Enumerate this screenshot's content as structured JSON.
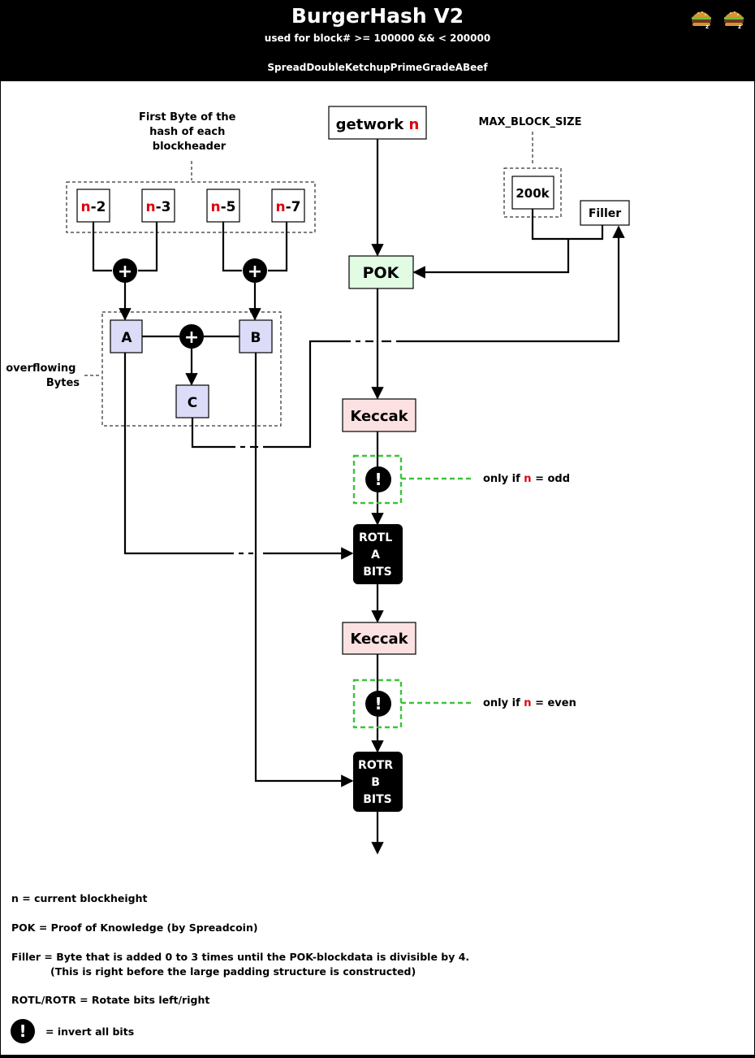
{
  "header": {
    "title": "BurgerHash V2",
    "subtitle": "used for block# >= 100000 && < 200000",
    "variant": "SpreadDoubleKetchupPrimeGradeABeef"
  },
  "colors": {
    "red": "#e0000f",
    "green_box": "#e2fbe3",
    "pink_box": "#fbe1e1",
    "blue_box": "#dcdcf8",
    "green_dash": "#3dc23d"
  },
  "icons": [
    "burger-icon",
    "burger-icon",
    "exclamation-icon"
  ],
  "diagram": {
    "first_byte_label": [
      "First Byte of the",
      "hash of each",
      "blockheader"
    ],
    "inputs": [
      {
        "var": "n",
        "suffix": "-2"
      },
      {
        "var": "n",
        "suffix": "-3"
      },
      {
        "var": "n",
        "suffix": "-5"
      },
      {
        "var": "n",
        "suffix": "-7"
      }
    ],
    "plus": "+",
    "regA": "A",
    "regB": "B",
    "regC": "C",
    "overflow_label": [
      "overflowing",
      "Bytes"
    ],
    "getwork": {
      "text": "getwork",
      "var": "n"
    },
    "max_block_size": "MAX_BLOCK_SIZE",
    "size_value": "200k",
    "filler": "Filler",
    "pok": "POK",
    "keccak": "Keccak",
    "invert_mark": "!",
    "only_if_odd": {
      "prefix": "only if ",
      "var": "n",
      "suffix": " = odd"
    },
    "only_if_even": {
      "prefix": "only if ",
      "var": "n",
      "suffix": " = even"
    },
    "rotl": [
      "ROTL",
      "A",
      "BITS"
    ],
    "rotr": [
      "ROTR",
      "B",
      "BITS"
    ]
  },
  "legend": {
    "n": "n = current blockheight",
    "pok": "POK = Proof of Knowledge (by Spreadcoin)",
    "filler": "Filler = Byte that is added 0 to 3 times until the POK-blockdata is divisible by 4.",
    "filler_note": "(This is right before the large padding structure is constructed)",
    "rot": "ROTL/ROTR = Rotate bits left/right",
    "invert": "= invert all bits"
  }
}
